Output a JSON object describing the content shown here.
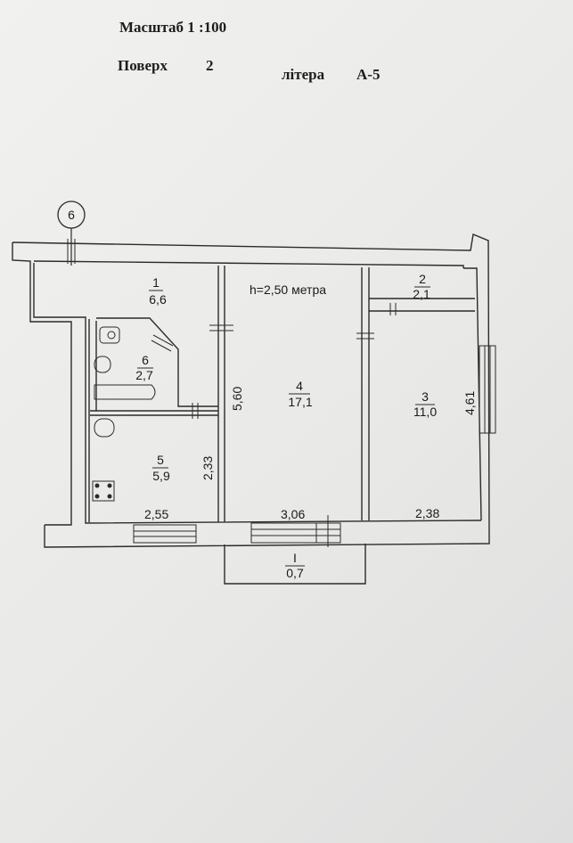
{
  "header": {
    "scale_label": "Масштаб 1 :100",
    "floor_label": "Поверх",
    "floor_value": "2",
    "letter_label": "літера",
    "letter_value": "А-5"
  },
  "plan": {
    "axis_marker": "6",
    "ceiling_height": "h=2,50 метра",
    "rooms": [
      {
        "number": "1",
        "area": "6,6"
      },
      {
        "number": "2",
        "area": "2,1"
      },
      {
        "number": "3",
        "area": "11,0"
      },
      {
        "number": "4",
        "area": "17,1"
      },
      {
        "number": "5",
        "area": "5,9"
      },
      {
        "number": "6",
        "area": "2,7"
      },
      {
        "number": "I",
        "area": "0,7"
      }
    ],
    "dimensions": {
      "room4_depth": "5,60",
      "room3_depth": "4,61",
      "room5_depth": "2,33",
      "room5_width": "2,55",
      "room4_width": "3,06",
      "room3_width": "2,38"
    }
  }
}
